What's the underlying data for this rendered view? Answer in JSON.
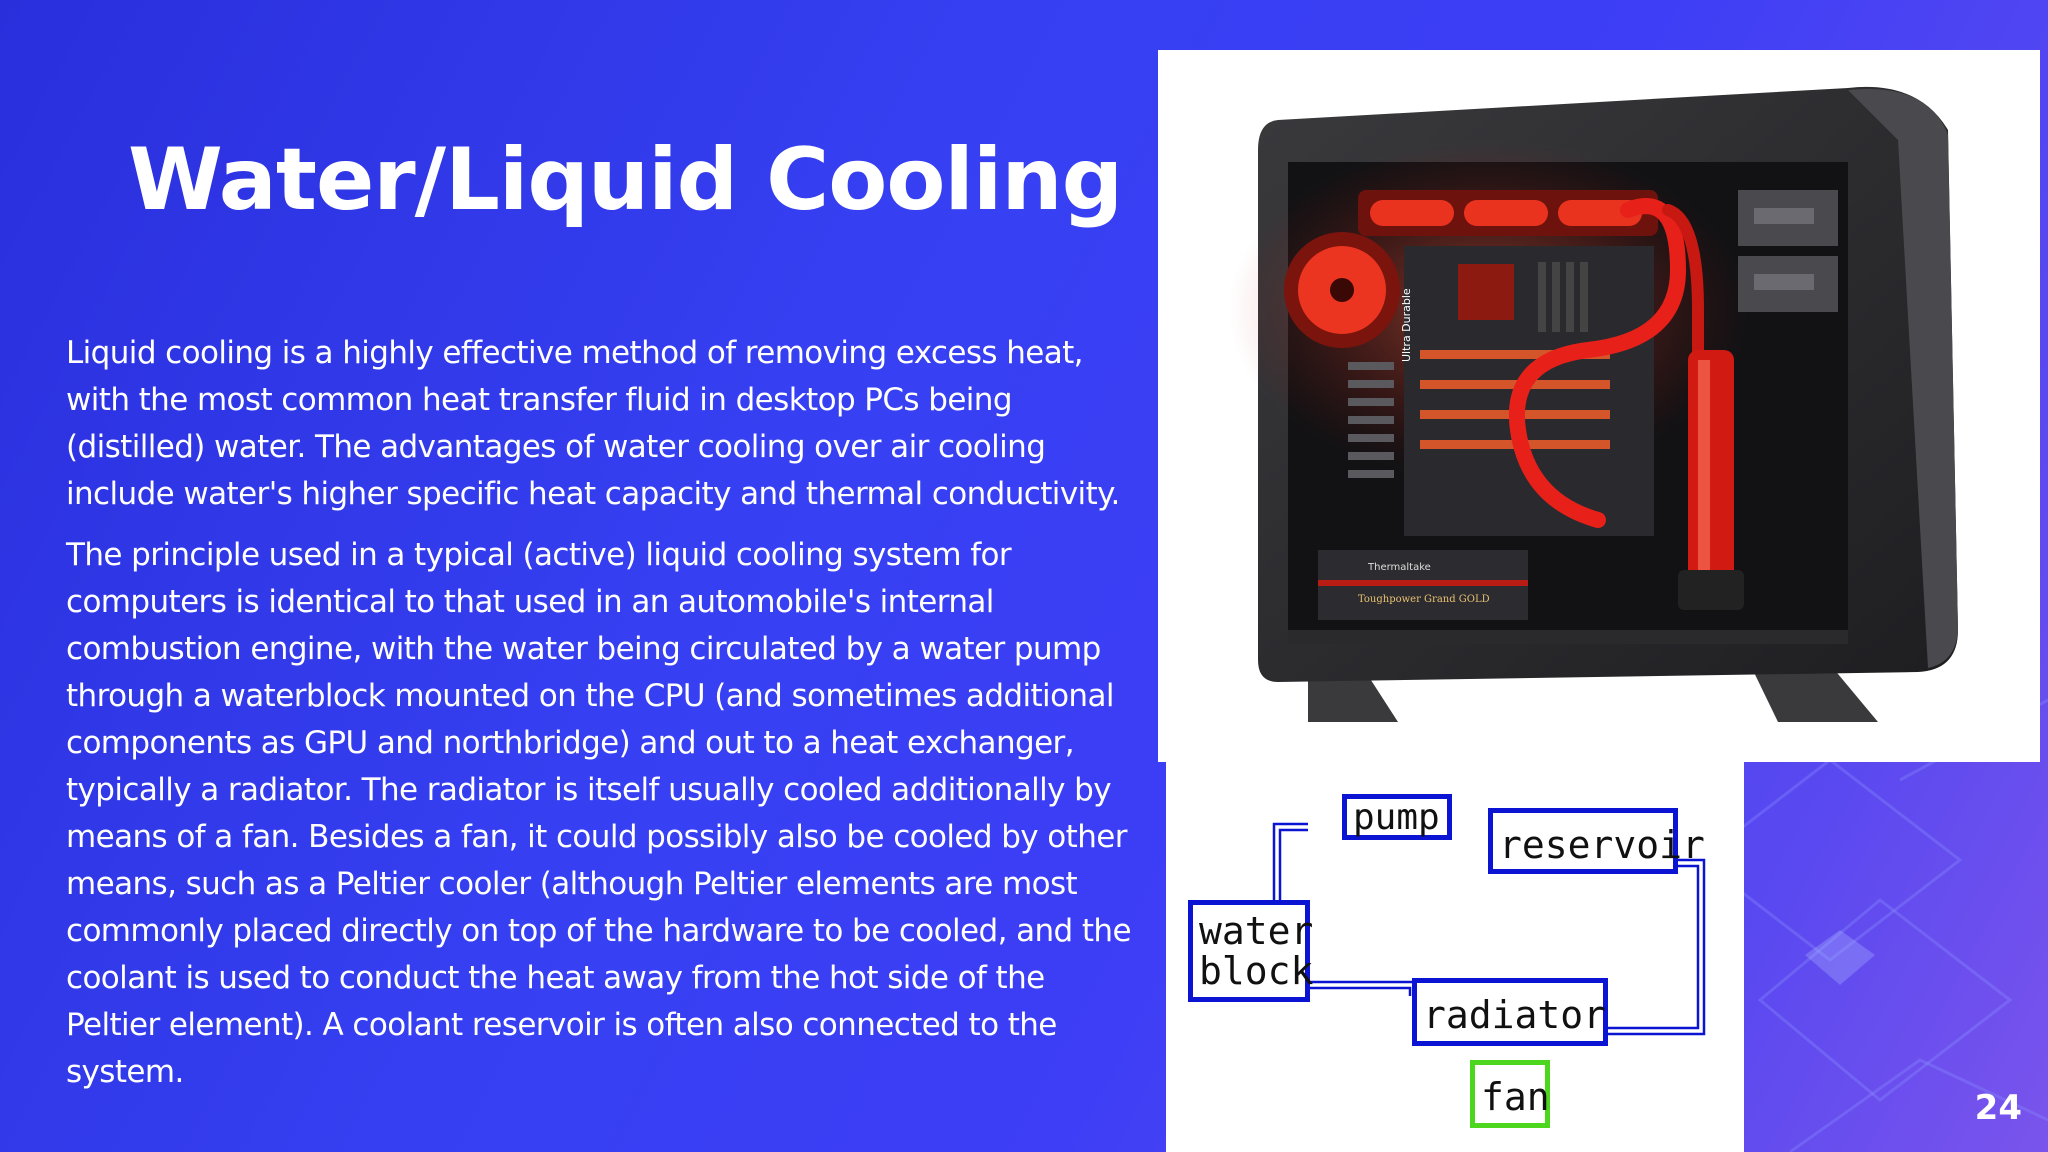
{
  "slide": {
    "title": "Water/Liquid Cooling",
    "paragraphs": [
      "Liquid cooling is a highly effective method of removing excess heat, with the most common heat transfer fluid in desktop PCs being (distilled) water. The advantages of water cooling over air cooling include water's higher specific heat capacity and thermal conductivity.",
      "The principle used in a typical (active) liquid cooling system for computers is identical to that used in an automobile's internal combustion engine, with the water being circulated by a water pump through a waterblock mounted on the CPU (and sometimes additional components as GPU and northbridge) and out to a heat exchanger, typically a radiator. The radiator is itself usually cooled additionally by means of a fan. Besides a fan, it could possibly also be cooled by other means, such as a Peltier cooler (although Peltier elements are most commonly placed directly on top of the hardware to be cooled, and the coolant is used to conduct the heat away from the hot side of the Peltier element). A coolant reservoir is often also connected to the system."
    ],
    "page_number": "24"
  },
  "photo": {
    "case_label": "Ultra Durable",
    "psu_brand": "Thermaltake",
    "psu_model": "Toughpower Grand GOLD"
  },
  "diagram": {
    "pump": "pump",
    "reservoir": "reservoir",
    "water_block_line1": "water",
    "water_block_line2": "block",
    "radiator": "radiator",
    "fan": "fan"
  },
  "colors": {
    "accent_red": "#ff2a1a",
    "box_blue": "#0a14d2",
    "fan_green": "#4cd61e"
  }
}
